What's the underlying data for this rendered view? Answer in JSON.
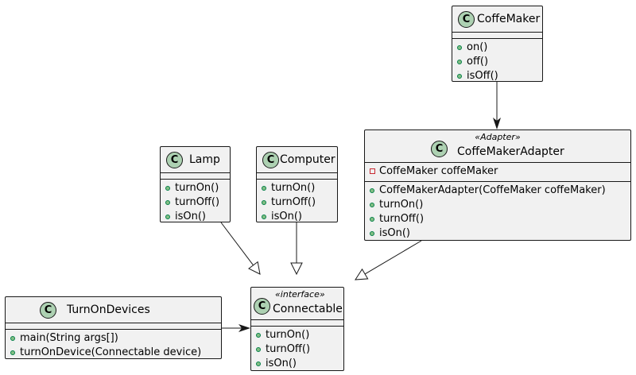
{
  "diagram": {
    "classes": {
      "coffemaker": {
        "name": "CoffeMaker",
        "icon": "C",
        "fields": [],
        "methods": [
          {
            "visibility": "public",
            "text": "on()"
          },
          {
            "visibility": "public",
            "text": "off()"
          },
          {
            "visibility": "public",
            "text": "isOff()"
          }
        ]
      },
      "adapter": {
        "name": "CoffeMakerAdapter",
        "stereotype": "«Adapter»",
        "icon": "C",
        "fields": [
          {
            "visibility": "private",
            "text": "CoffeMaker coffeMaker"
          }
        ],
        "methods": [
          {
            "visibility": "public",
            "text": "CoffeMakerAdapter(CoffeMaker coffeMaker)"
          },
          {
            "visibility": "public",
            "text": "turnOn()"
          },
          {
            "visibility": "public",
            "text": "turnOff()"
          },
          {
            "visibility": "public",
            "text": "isOn()"
          }
        ]
      },
      "lamp": {
        "name": "Lamp",
        "icon": "C",
        "fields": [],
        "methods": [
          {
            "visibility": "public",
            "text": "turnOn()"
          },
          {
            "visibility": "public",
            "text": "turnOff()"
          },
          {
            "visibility": "public",
            "text": "isOn()"
          }
        ]
      },
      "computer": {
        "name": "Computer",
        "icon": "C",
        "fields": [],
        "methods": [
          {
            "visibility": "public",
            "text": "turnOn()"
          },
          {
            "visibility": "public",
            "text": "turnOff()"
          },
          {
            "visibility": "public",
            "text": "isOn()"
          }
        ]
      },
      "turnondevices": {
        "name": "TurnOnDevices",
        "icon": "C",
        "fields": [],
        "methods": [
          {
            "visibility": "public",
            "text": "main(String args[])"
          },
          {
            "visibility": "public",
            "text": "turnOnDevice(Connectable device)"
          }
        ]
      },
      "connectable": {
        "name": "Connectable",
        "stereotype": "«interface»",
        "icon": "C",
        "fields": [],
        "methods": [
          {
            "visibility": "public",
            "text": "turnOn()"
          },
          {
            "visibility": "public",
            "text": "turnOff()"
          },
          {
            "visibility": "public",
            "text": "isOn()"
          }
        ]
      }
    },
    "relations": [
      {
        "from": "coffemaker",
        "to": "adapter",
        "kind": "association"
      },
      {
        "from": "lamp",
        "to": "connectable",
        "kind": "realization"
      },
      {
        "from": "computer",
        "to": "connectable",
        "kind": "realization"
      },
      {
        "from": "adapter",
        "to": "connectable",
        "kind": "realization"
      },
      {
        "from": "turnondevices",
        "to": "connectable",
        "kind": "association"
      }
    ],
    "colors": {
      "class_fill": "#f1f1f1",
      "border": "#181818",
      "class_icon": "#add1b2",
      "public_dot": "#84be84",
      "private_square": "#c82930"
    }
  }
}
